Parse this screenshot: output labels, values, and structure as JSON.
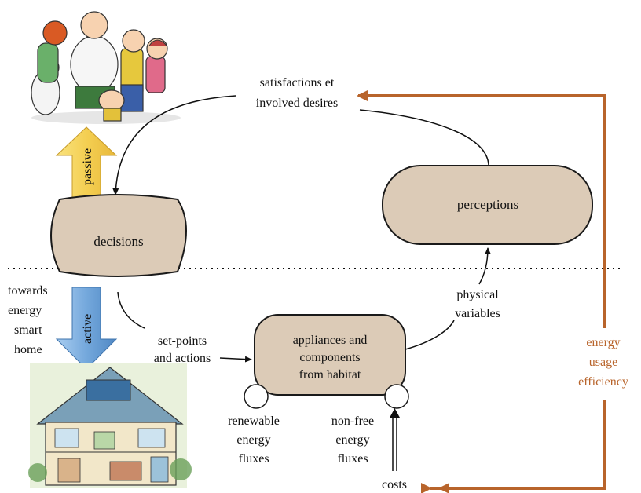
{
  "nodes": {
    "decisions": "decisions",
    "perceptions": "perceptions",
    "appliances": [
      "appliances and",
      "components",
      "from habitat"
    ]
  },
  "labels": {
    "satisfactions": [
      "satisfactions et",
      "involved desires"
    ],
    "passive": "passive",
    "active": "active",
    "towards": [
      "towards",
      "energy",
      "smart",
      "home"
    ],
    "setpoints": [
      "set-points",
      "and actions"
    ],
    "physical": [
      "physical",
      "variables"
    ],
    "renewable": [
      "renewable",
      "energy",
      "fluxes"
    ],
    "nonfree": [
      "non-free",
      "energy",
      "fluxes"
    ],
    "costs": "costs",
    "efficiency": [
      "energy",
      "usage",
      "efficiency"
    ]
  },
  "colors": {
    "node_fill": "#dccbb7",
    "node_stroke": "#1a1a1a",
    "efficiency": "#b8642b",
    "passive_arrow": "#f4cf52",
    "active_arrow": "#74a8dc"
  },
  "illustrations": {
    "family": "cartoon-family-illustration",
    "house": "smart-house-illustration"
  }
}
